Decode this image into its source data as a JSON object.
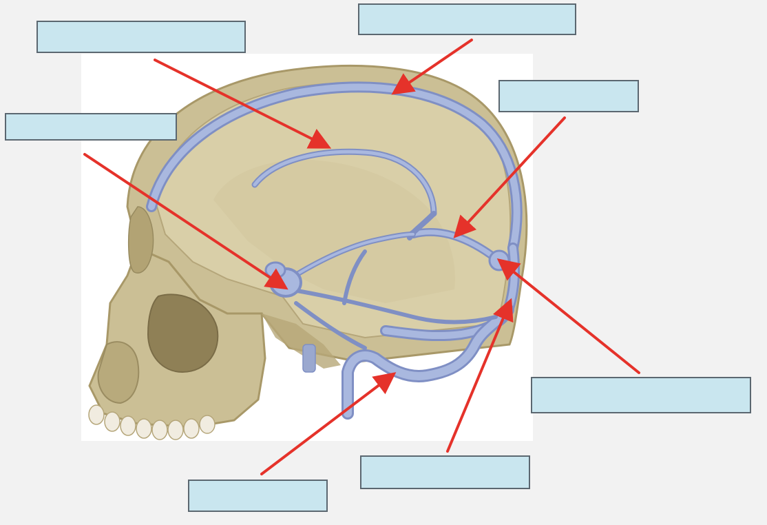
{
  "colors": {
    "background": "#f2f2f2",
    "label_fill": "#c9e6ef",
    "label_border": "#5b6770",
    "arrow": "#e5322a",
    "bone": "#cbbf95",
    "bone_dark": "#a89868",
    "bone_light": "#ded3ae",
    "sinus_blue": "#a9b8df",
    "sinus_dark": "#7f8fc4",
    "panel_white": "#ffffff"
  },
  "labels": [
    {
      "id": "label-1",
      "text": ""
    },
    {
      "id": "label-2",
      "text": ""
    },
    {
      "id": "label-3",
      "text": ""
    },
    {
      "id": "label-4",
      "text": ""
    },
    {
      "id": "label-5",
      "text": ""
    },
    {
      "id": "label-6",
      "text": ""
    },
    {
      "id": "label-7",
      "text": ""
    }
  ]
}
